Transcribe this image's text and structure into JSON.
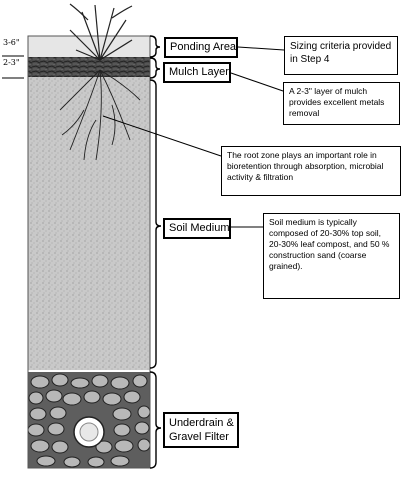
{
  "depth_marks": {
    "ponding": "3-6\"",
    "mulch": "2-3\""
  },
  "layers": {
    "ponding": "Ponding Area",
    "mulch": "Mulch Layer",
    "soil": "Soil Medium",
    "underdrain_line1": "Underdrain &",
    "underdrain_line2": "Gravel Filter"
  },
  "notes": {
    "sizing": "Sizing criteria provided in Step 4",
    "mulch": "A 2-3\" layer of mulch provides excellent metals removal",
    "root": "The root zone plays an important role in bioretention through absorption, microbial activity & filtration",
    "soil": "Soil medium is typically composed of 20-30% top soil, 20-30% leaf compost, and 50 % construction sand (coarse grained)."
  },
  "colors": {
    "soil_fill": "#c9c9c9",
    "mulch_fill": "#3a3a3a",
    "gravel_fill": "#6a6a6a",
    "ponding_fill": "#e6e6e6"
  }
}
